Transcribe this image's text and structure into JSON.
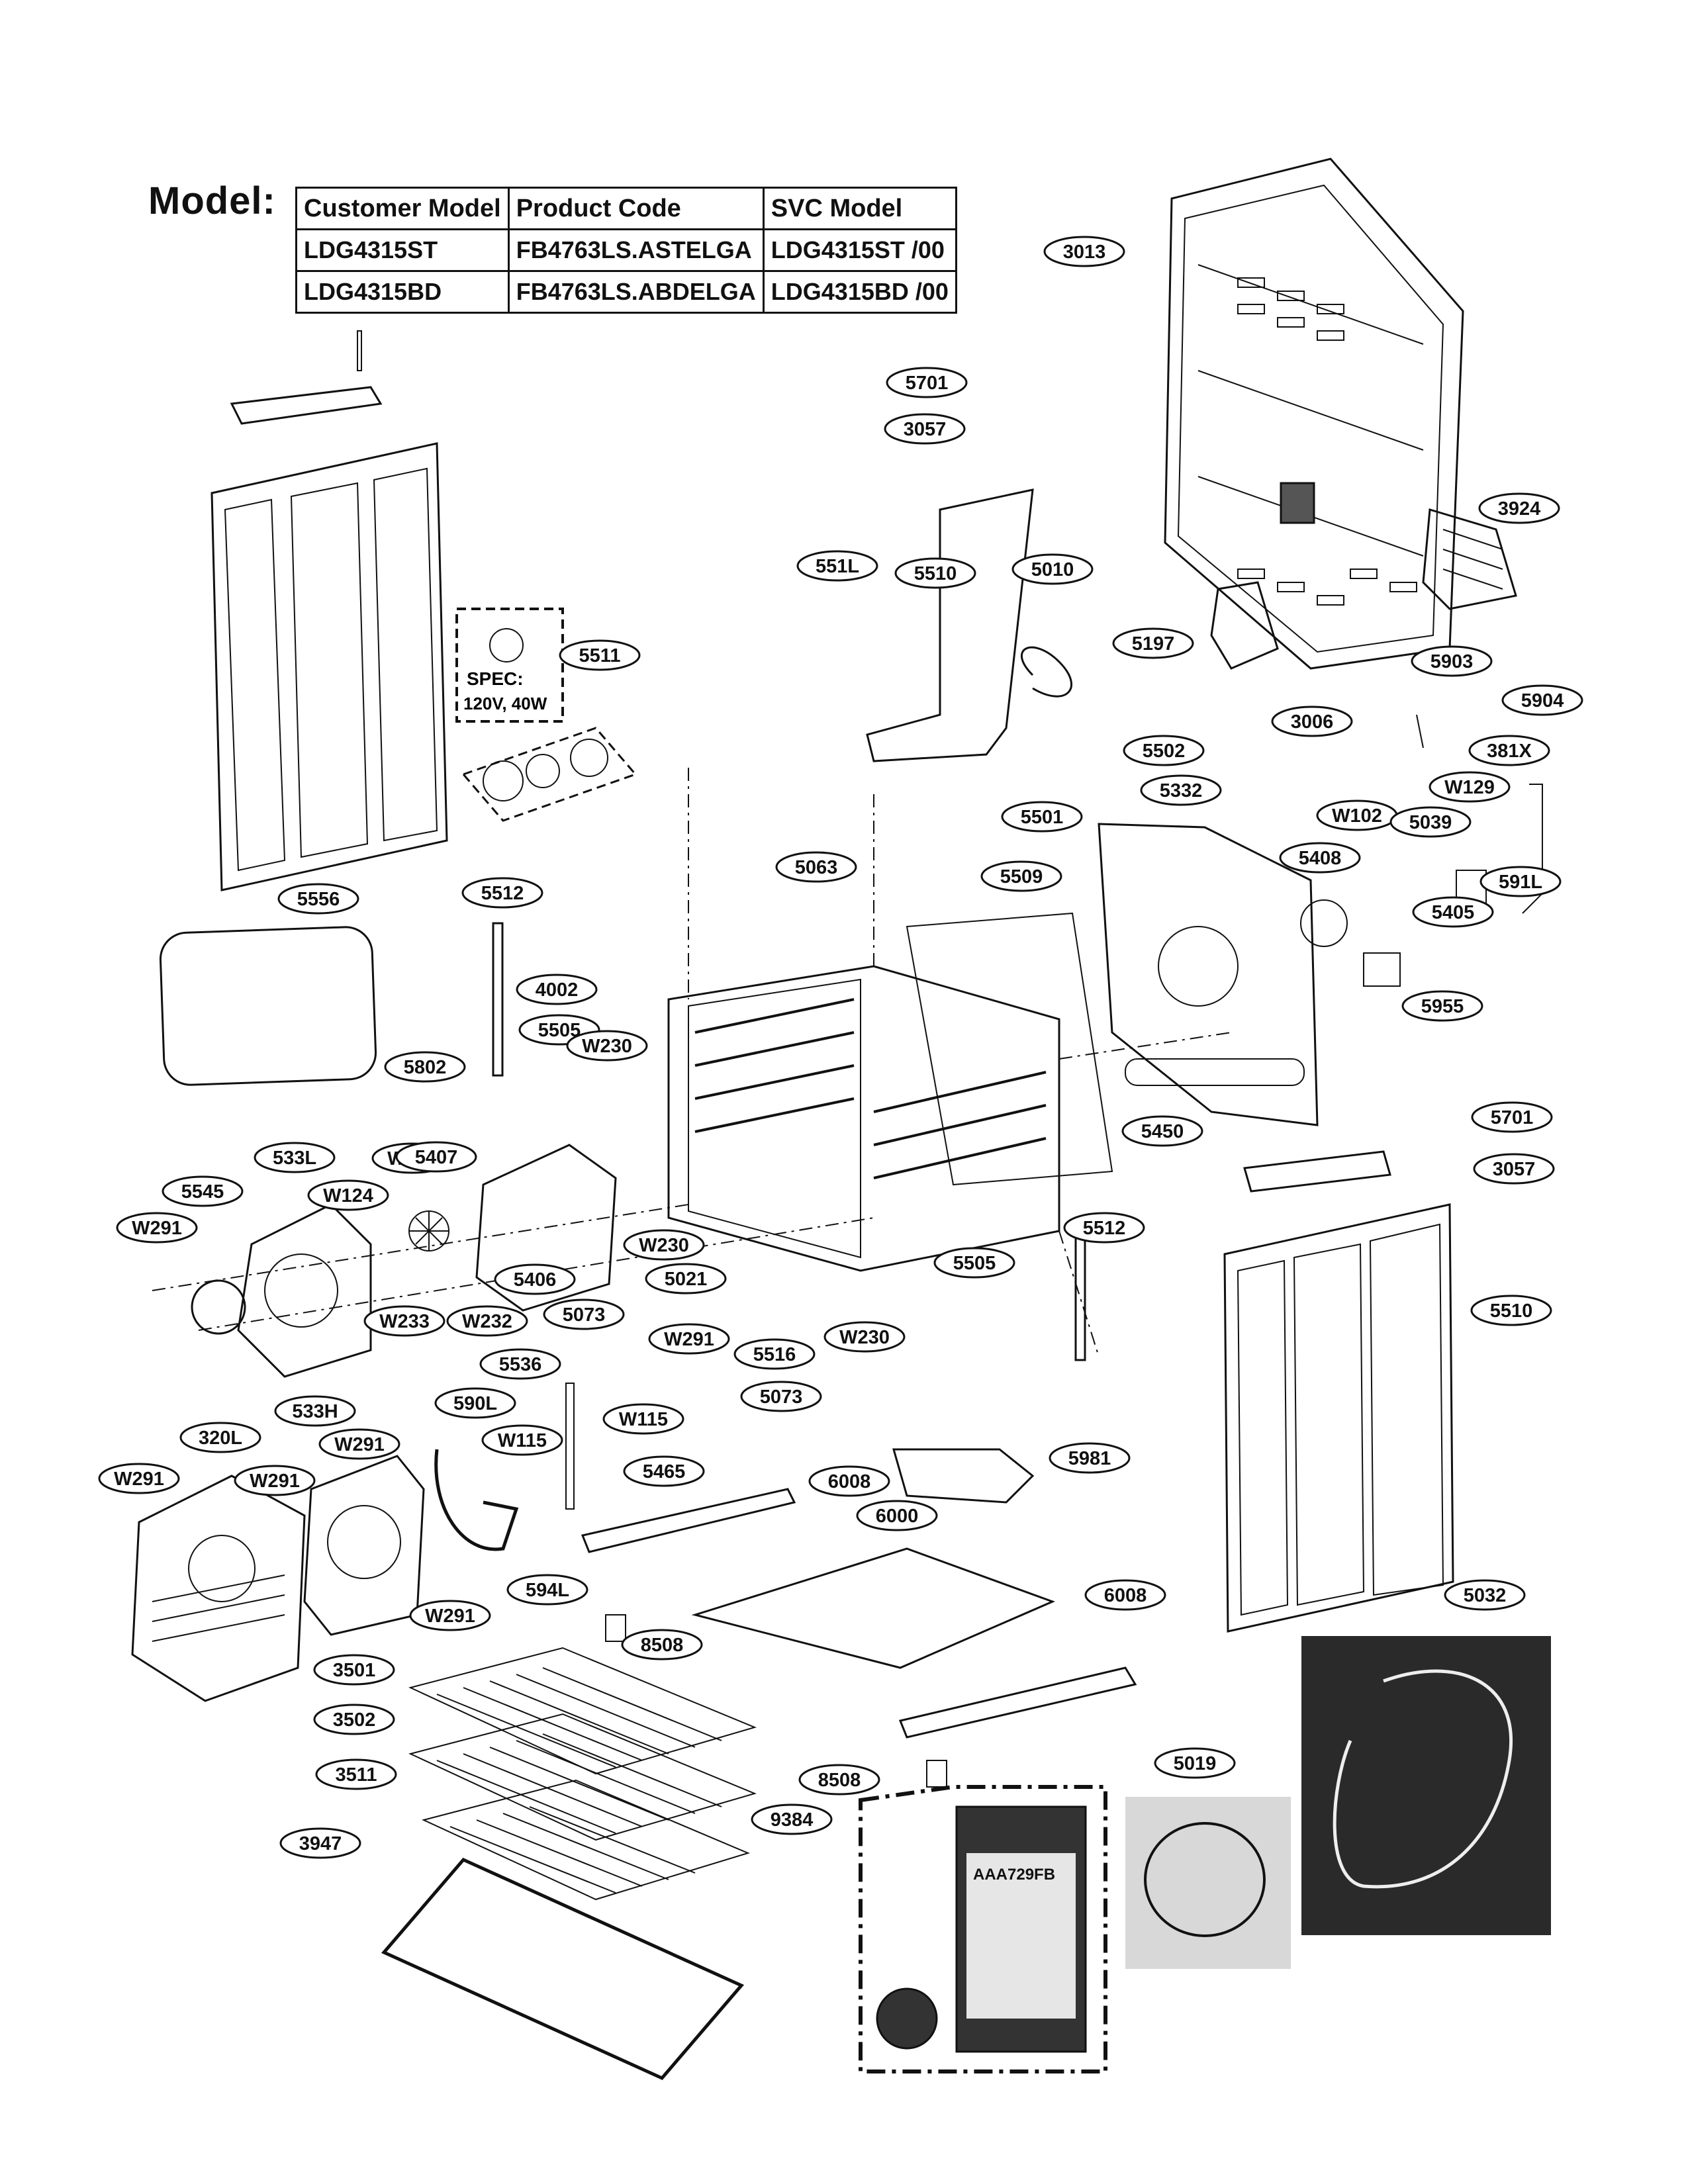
{
  "model_label": "Model:",
  "model_table": {
    "headers": [
      "Customer Model",
      "Product Code",
      "SVC Model"
    ],
    "rows": [
      [
        "LDG4315ST",
        "FB4763LS.ASTELGA",
        "LDG4315ST /00"
      ],
      [
        "LDG4315BD",
        "FB4763LS.ABDELGA",
        "LDG4315BD /00"
      ]
    ]
  },
  "bulb_spec": {
    "line1": "SPEC:",
    "line2": "120V, 40W"
  },
  "packet_label": "AAA729FB",
  "callouts": [
    "3013",
    "5701",
    "3057",
    "3924",
    "5510",
    "551L",
    "5010",
    "5511",
    "5197",
    "5903",
    "3006",
    "5904",
    "381X",
    "5502",
    "5332",
    "W129",
    "W102",
    "5039",
    "5501",
    "5509",
    "5408",
    "5063",
    "591L",
    "5556",
    "5512",
    "5405",
    "4002",
    "5505",
    "W230",
    "5955",
    "5802",
    "5450",
    "W291",
    "5701",
    "533L",
    "5407",
    "3057",
    "5545",
    "W124",
    "W291",
    "W230",
    "5512",
    "5406",
    "5505",
    "W233",
    "W232",
    "5021",
    "5073",
    "W291",
    "5516",
    "W230",
    "5510",
    "5536",
    "590L",
    "5073",
    "W115",
    "W115",
    "320L",
    "533H",
    "W291",
    "5465",
    "5981",
    "W291",
    "W291",
    "6008",
    "6000",
    "594L",
    "W291",
    "8508",
    "6008",
    "5032",
    "3501",
    "3502",
    "8508",
    "5019",
    "3511",
    "9384",
    "3947"
  ],
  "colors": {
    "ink": "#111111",
    "paper": "#ffffff",
    "photo_bg": "#2a2a2a",
    "photo_light": "#d8d8d8"
  }
}
